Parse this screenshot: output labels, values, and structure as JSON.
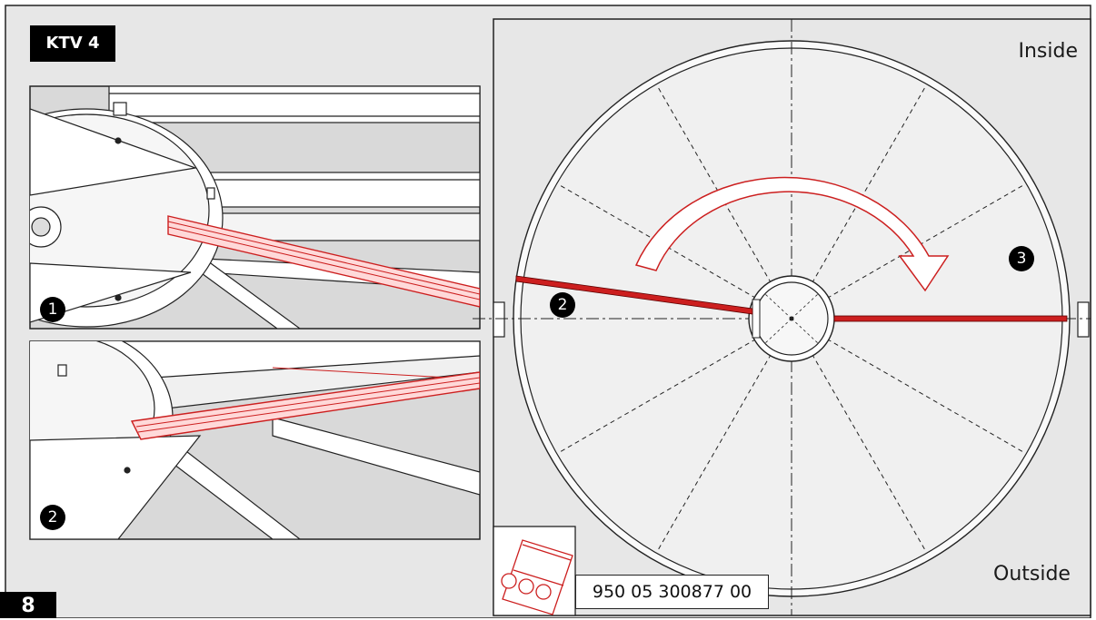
{
  "header": {
    "model_tag": "KTV 4"
  },
  "page": {
    "step_number": "8"
  },
  "diagram": {
    "label_inside": "Inside",
    "label_outside": "Outside",
    "part_number": "950 05 300877 00",
    "callouts": {
      "detail_1": "1",
      "detail_2": "2",
      "rail_position": "2",
      "direction_target": "3"
    }
  },
  "colors": {
    "rail_red": "#cc1f1f",
    "background_gray": "#e7e7e7",
    "disc_gray": "#f0f0f0"
  },
  "icons": {
    "rail_profile": "rail-profile-icon",
    "rotation_arrow": "curved-arrow-icon"
  }
}
